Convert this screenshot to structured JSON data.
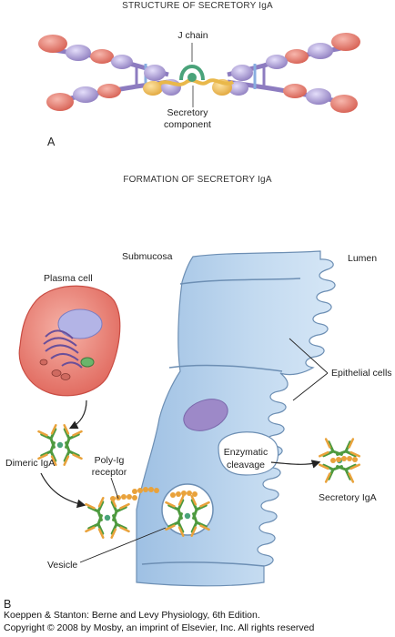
{
  "panel_a": {
    "title": "STRUCTURE OF SECRETORY IgA",
    "label": "A",
    "j_chain": "J chain",
    "secretory_component": [
      "Secretory",
      "component"
    ]
  },
  "panel_b": {
    "title": "FORMATION OF SECRETORY IgA",
    "label": "B",
    "submucosa": "Submucosa",
    "lumen": "Lumen",
    "plasma_cell": "Plasma cell",
    "epithelial_cells": "Epithelial cells",
    "dimeric_iga": "Dimeric IgA",
    "poly_ig_receptor": [
      "Poly-Ig",
      "receptor"
    ],
    "enzymatic_cleavage": [
      "Enzymatic",
      "cleavage"
    ],
    "secretory_iga": "Secretory IgA",
    "vesicle": "Vesicle"
  },
  "credit": {
    "line1": "Koeppen & Stanton: Berne and Levy Physiology, 6th Edition.",
    "line2": "Copyright © 2008 by Mosby, an imprint of Elsevier, Inc. All rights reserved"
  },
  "colors": {
    "heavy_chain": "#9b8ac4",
    "light_chain": "#e0776b",
    "j_chain": "#4aa37a",
    "secretory_component": "#e9b84a",
    "epithelium": "#b9d3ec",
    "plasma_cell": "#e98a82",
    "antibody_green": "#4e9a3f",
    "antibody_orange": "#e9a23b"
  }
}
